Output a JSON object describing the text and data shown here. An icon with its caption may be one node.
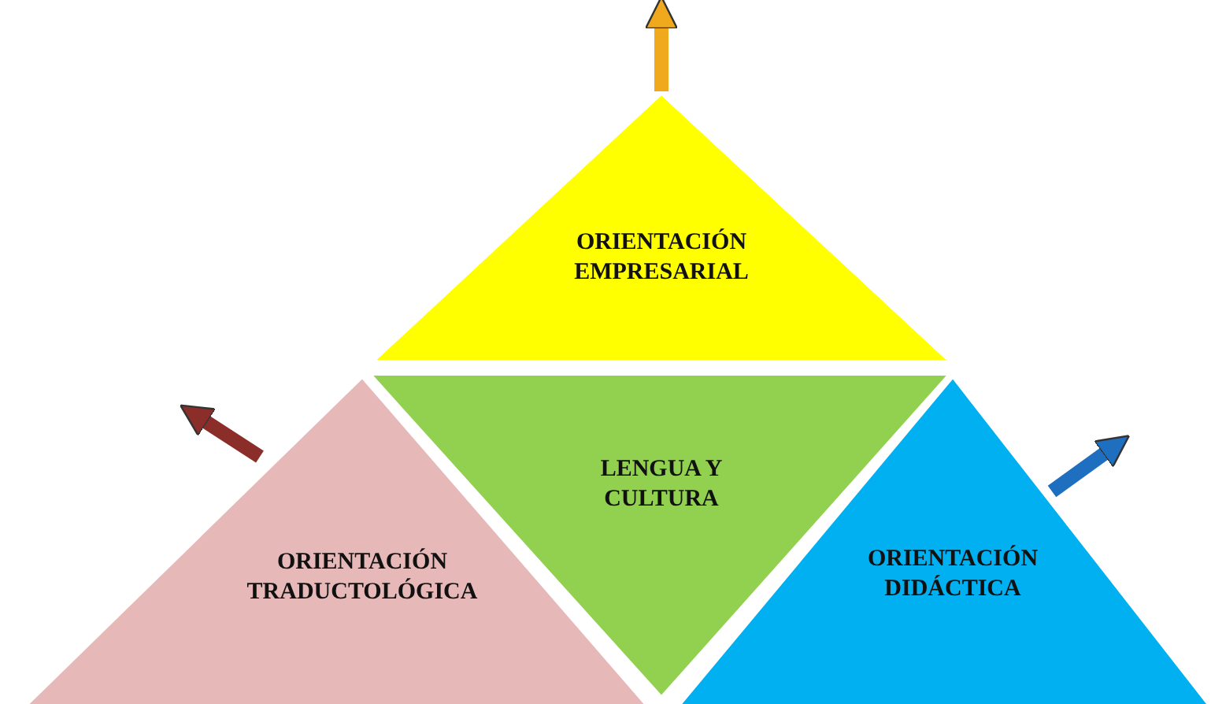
{
  "diagram": {
    "nodes": [
      {
        "text": [
          "ORIENTACIÓN EMPRESARIAL"
        ]
      },
      {
        "text": [
          "ORIENTACIÓN TRADUCTOLÓGICA"
        ]
      },
      {
        "text": [
          "LENGUA Y CULTURA"
        ]
      },
      {
        "text": [
          "ORIENTACIÓN DIDÁCTICA"
        ]
      }
    ],
    "edges": [
      {
        "from": 0,
        "to": null,
        "arrow": "to",
        "color": "#f0a81c"
      },
      {
        "from": 1,
        "to": null,
        "arrow": "to",
        "color": "#8b2e2a"
      },
      {
        "from": 3,
        "to": null,
        "arrow": "to",
        "color": "#1f6fc0"
      }
    ]
  }
}
